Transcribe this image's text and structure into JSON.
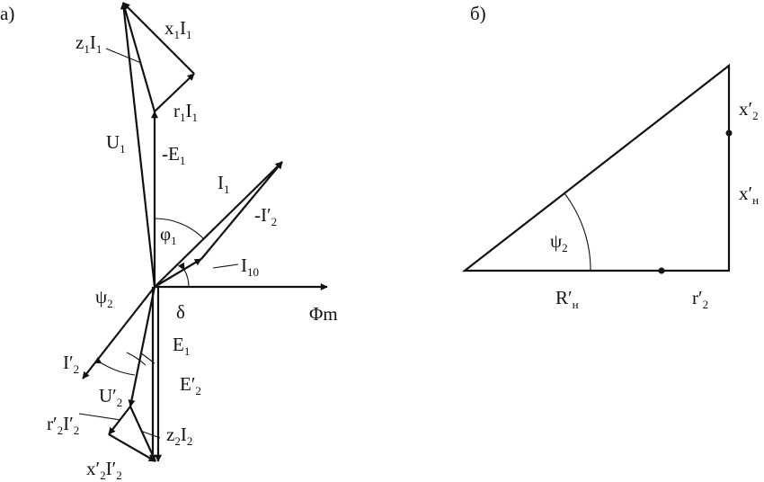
{
  "colors": {
    "ink": "#111111",
    "background": "#ffffff"
  },
  "panel_a": {
    "tag": "а)",
    "labels": {
      "x1I1": {
        "main": "x",
        "sub": "1",
        "vec": "I",
        "sub2": "1"
      },
      "z1I1": {
        "main": "z",
        "sub": "1",
        "vec": "I",
        "sub2": "1"
      },
      "r1I1": {
        "main": "r",
        "sub": "1",
        "vec": "I",
        "sub2": "1"
      },
      "U1": {
        "vec": "U",
        "sub": "1"
      },
      "mE1": {
        "prefix": "-",
        "vec": "E",
        "sub": "1"
      },
      "I1": {
        "vec": "I",
        "sub": "1"
      },
      "mI2p": {
        "prefix": "-",
        "vec": "I",
        "prime": "′",
        "sub": "2"
      },
      "phi1": {
        "main": "φ",
        "sub": "1"
      },
      "I10": {
        "vec": "I",
        "sub": "10"
      },
      "psi2": {
        "main": "ψ",
        "sub": "2"
      },
      "delta": {
        "main": "δ"
      },
      "Phim": {
        "main": "Φ",
        "sub": "m"
      },
      "I2p": {
        "vec": "I",
        "prime": "′",
        "sub": "2"
      },
      "E1": {
        "vec": "E",
        "sub": "1"
      },
      "U2p": {
        "vec": "U",
        "prime": "′",
        "sub": "2"
      },
      "E2p": {
        "vec": "E",
        "prime": "′",
        "sub": "2"
      },
      "r2I2": {
        "main": "r",
        "prime": "′",
        "sub": "2",
        "vec": "I",
        "prime2": "′",
        "sub2": "2"
      },
      "z2I2": {
        "main": "z",
        "sub": "2",
        "vec": "I",
        "sub2": "2"
      },
      "x2I2": {
        "main": "x",
        "prime": "′",
        "sub": "2",
        "vec": "I",
        "prime2": "′",
        "sub2": "2"
      }
    }
  },
  "panel_b": {
    "tag": "б)",
    "labels": {
      "x2p": {
        "main": "x",
        "prime": "′",
        "sub": "2"
      },
      "xnp": {
        "main": "x",
        "prime": "′",
        "sub": "н"
      },
      "psi2": {
        "main": "ψ",
        "sub": "2"
      },
      "Rnp": {
        "main": "R",
        "prime": "′",
        "sub": "н"
      },
      "r2p": {
        "main": "r",
        "prime": "′",
        "sub": "2"
      }
    }
  }
}
